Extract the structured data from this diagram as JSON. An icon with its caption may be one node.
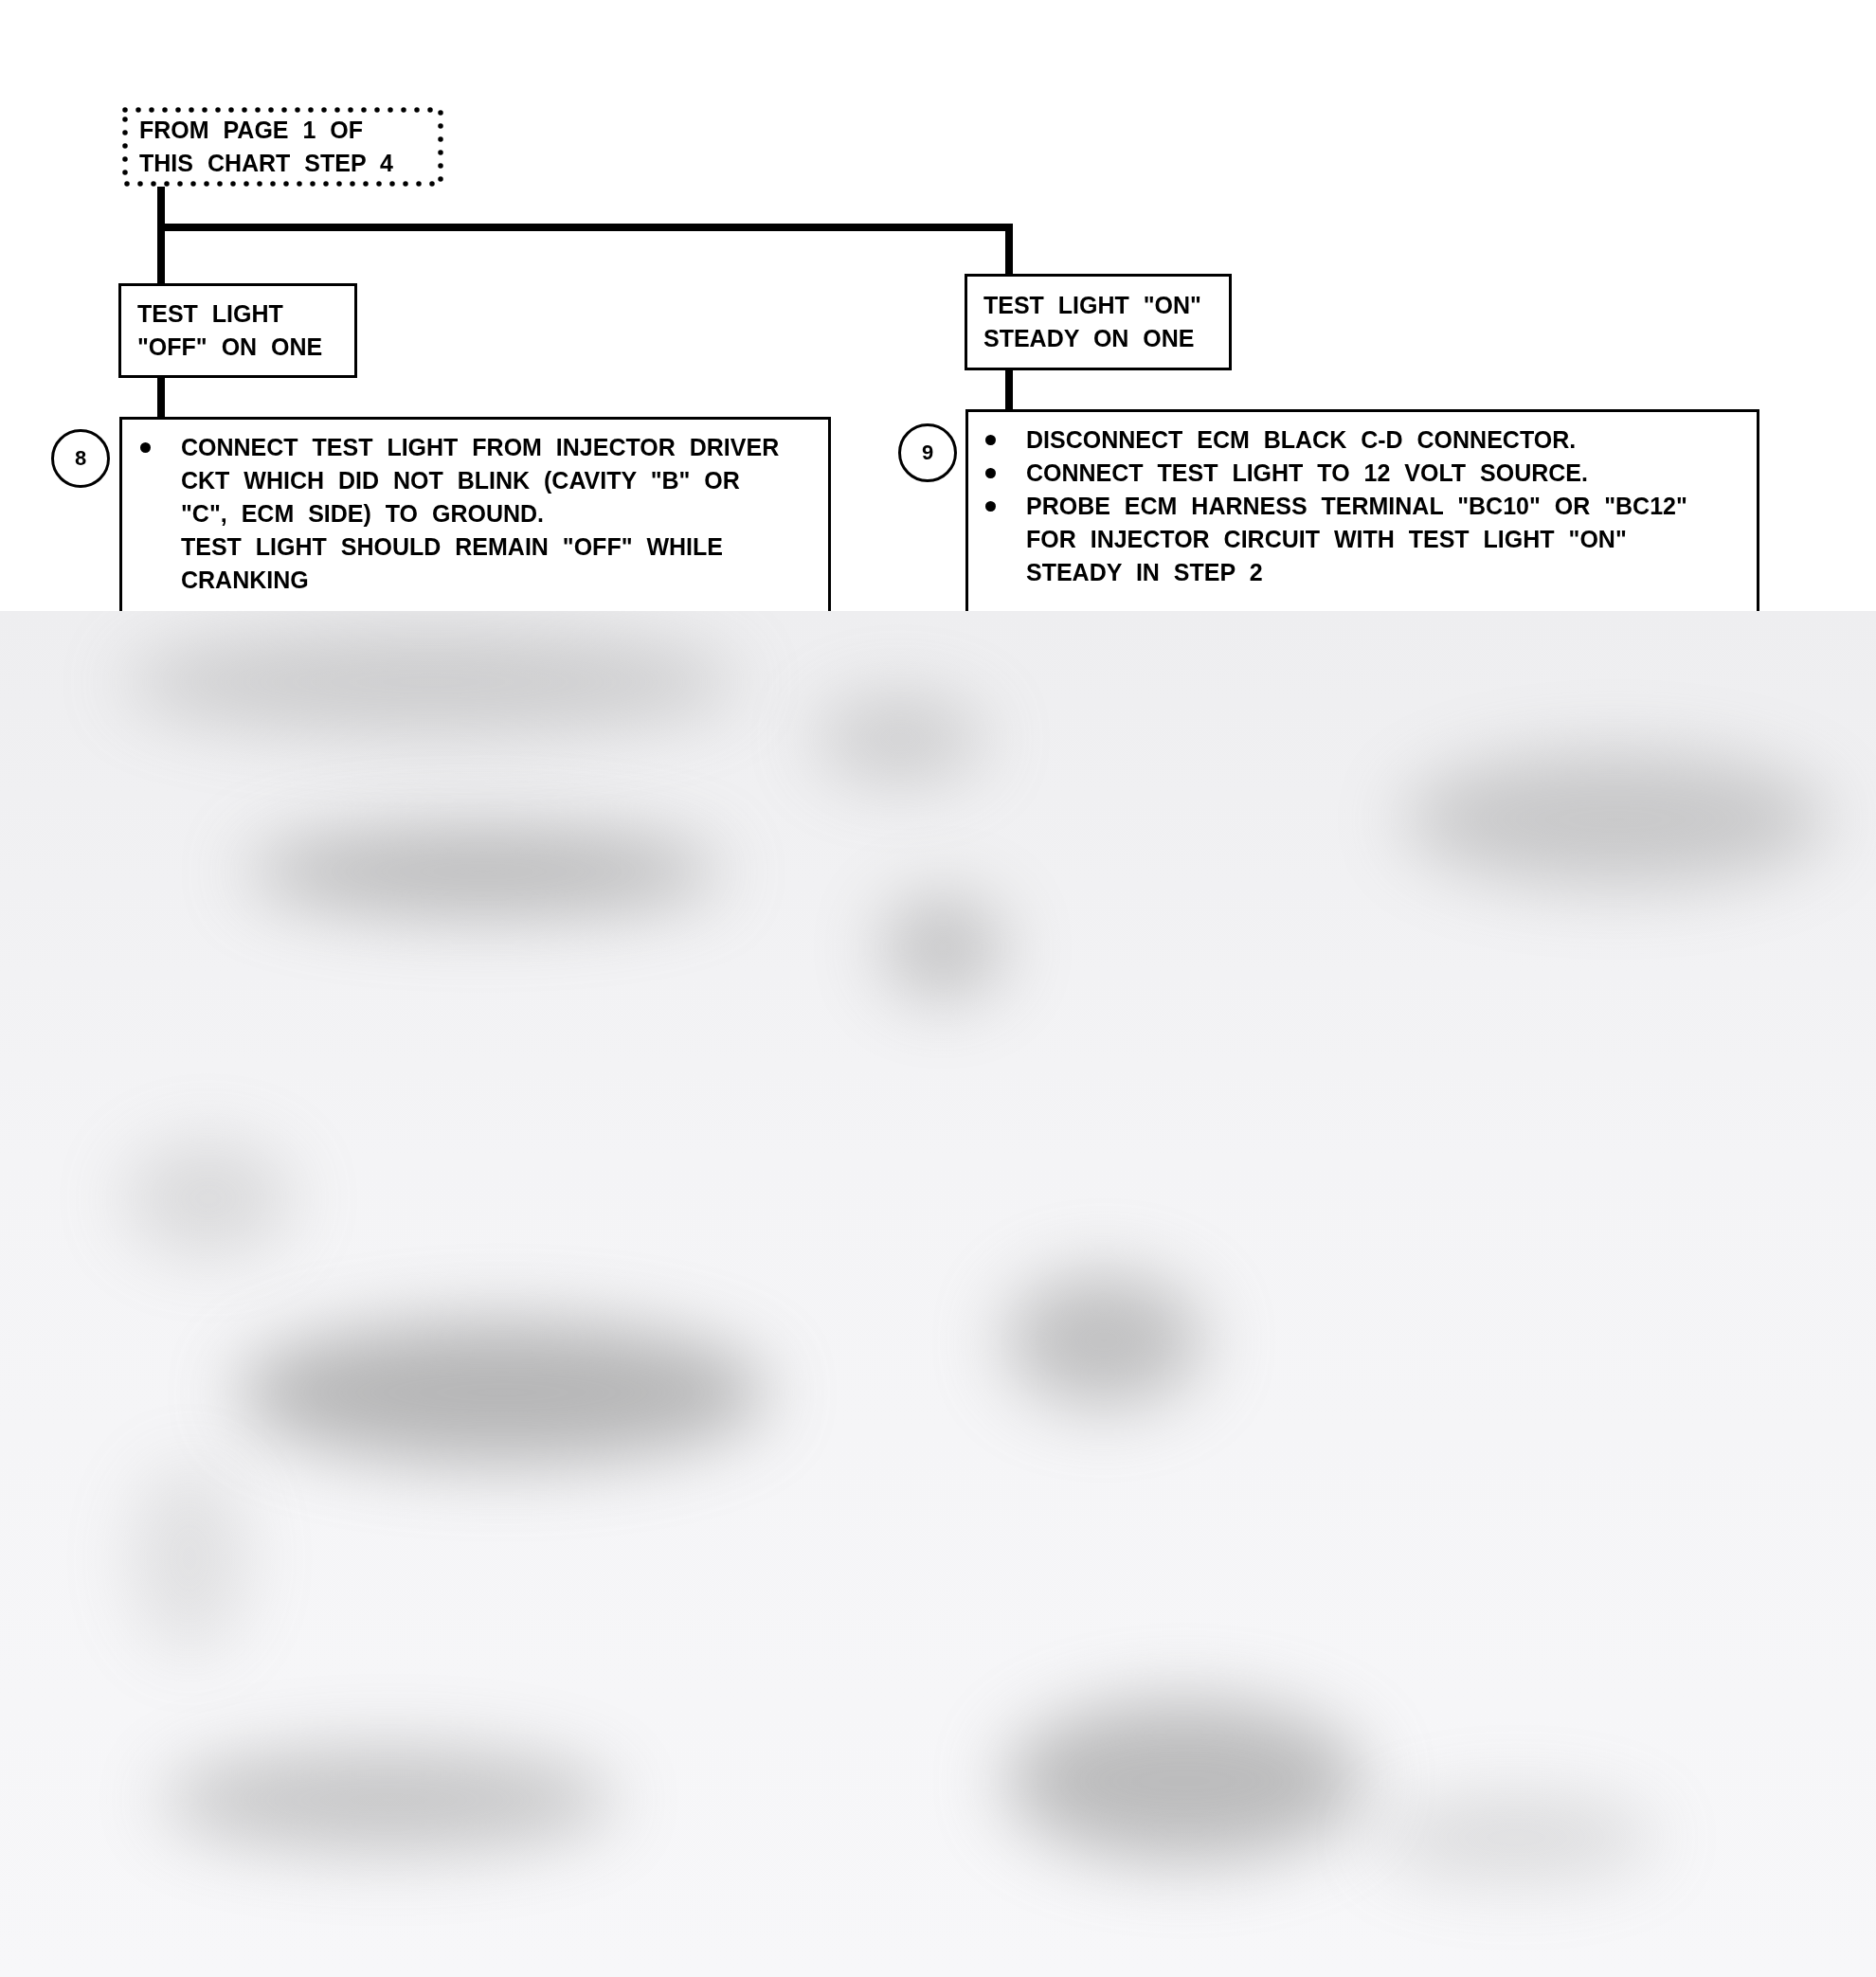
{
  "diagram": {
    "nodes": [
      {
        "text": [
          "FROM PAGE 1 OF THIS CHART STEP 4"
        ]
      },
      {
        "text": [
          "TEST LIGHT \"OFF\" ON ONE"
        ]
      },
      {
        "text": [
          "TEST LIGHT \"ON\" STEADY ON ONE"
        ]
      },
      {
        "text": [
          "8"
        ]
      },
      {
        "text": [
          "CONNECT TEST LIGHT FROM INJECTOR DRIVER CKT WHICH DID NOT BLINK (CAVITY \"B\" OR \"C\", ECM SIDE) TO GROUND.",
          "TEST LIGHT SHOULD REMAIN \"OFF\" WHILE CRANKING"
        ]
      },
      {
        "text": [
          "9"
        ]
      },
      {
        "text": [
          "DISCONNECT ECM BLACK C-D CONNECTOR.",
          "CONNECT TEST LIGHT TO 12 VOLT SOURCE.",
          "PROBE ECM HARNESS TERMINAL \"BC10\" OR \"BC12\" FOR INJECTOR CIRCUIT WITH TEST LIGHT \"ON\" STEADY IN STEP 2"
        ]
      }
    ],
    "edges": [
      {
        "from": 0,
        "to": 1,
        "arrow": "none"
      },
      {
        "from": 0,
        "to": 2,
        "arrow": "none"
      },
      {
        "from": 1,
        "to": 4,
        "arrow": "none"
      },
      {
        "from": 2,
        "to": 6,
        "arrow": "none"
      }
    ]
  }
}
